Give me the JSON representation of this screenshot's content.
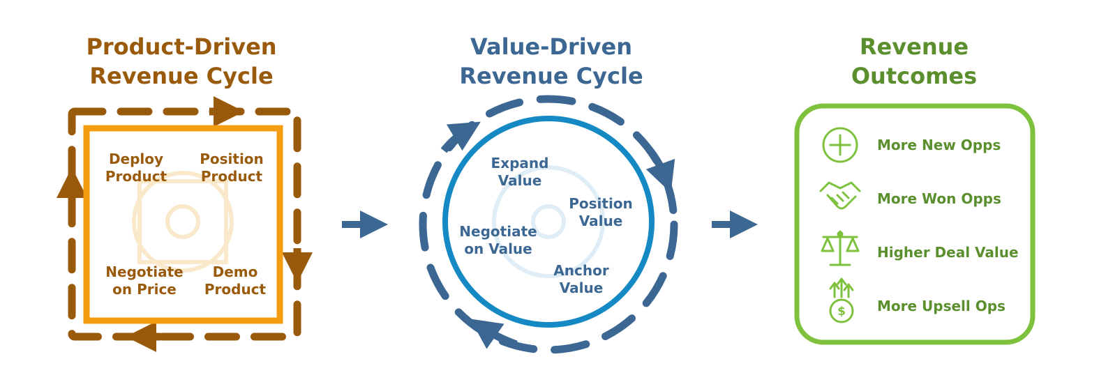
{
  "product_cycle": {
    "title_line1": "Product-Driven",
    "title_line2": "Revenue Cycle",
    "stages": {
      "deploy_1": "Deploy",
      "deploy_2": "Product",
      "position_1": "Position",
      "position_2": "Product",
      "negotiate_1": "Negotiate",
      "negotiate_2": "on Price",
      "demo_1": "Demo",
      "demo_2": "Product"
    },
    "color": "#9a5a0c",
    "frame_color": "#f59d12"
  },
  "value_cycle": {
    "title_line1": "Value-Driven",
    "title_line2": "Revenue Cycle",
    "stages": {
      "expand_1": "Expand",
      "expand_2": "Value",
      "position_1": "Position",
      "position_2": "Value",
      "negotiate_1": "Negotiate",
      "negotiate_2": "on Value",
      "anchor_1": "Anchor",
      "anchor_2": "Value"
    },
    "color": "#3d6793",
    "ring_color": "#1589c4"
  },
  "outcomes": {
    "title_line1": "Revenue",
    "title_line2": "Outcomes",
    "color": "#5b8f2e",
    "border_color": "#7ec13c",
    "items": [
      {
        "icon": "plus-circle-icon",
        "label": "More New Opps"
      },
      {
        "icon": "handshake-icon",
        "label": "More Won Opps"
      },
      {
        "icon": "scale-icon",
        "label": "Higher Deal Value"
      },
      {
        "icon": "money-bag-icon",
        "label": "More Upsell Ops"
      }
    ]
  }
}
